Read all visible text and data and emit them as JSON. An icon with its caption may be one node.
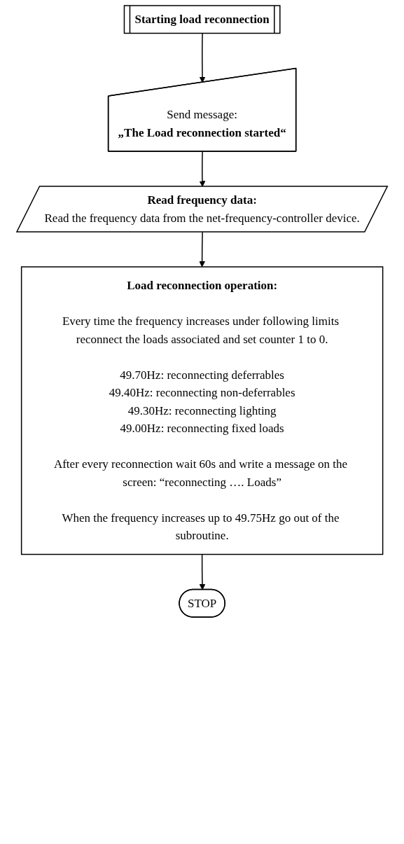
{
  "diagram": {
    "nodes": [
      {
        "text": [
          "Starting load reconnection"
        ]
      },
      {
        "text": [
          "Send message:",
          "„The Load reconnection started“"
        ]
      },
      {
        "text": [
          "Read frequency data:",
          "Read the frequency data from the net-frequency-controller device."
        ]
      },
      {
        "text": [
          "Load reconnection operation:",
          "Every time the frequency increases under following limits reconnect the loads associated and set counter 1 to 0.",
          "49.70Hz: reconnecting deferrables",
          "49.40Hz: reconnecting non-deferrables",
          "49.30Hz: reconnecting lighting",
          "49.00Hz: reconnecting fixed loads",
          "After every reconnection wait 60s and write a message on the screen: “reconnecting …. Loads”",
          "When the frequency increases up to 49.75Hz go out of the subroutine."
        ]
      },
      {
        "text": [
          "STOP"
        ]
      }
    ],
    "edges": [
      {
        "from": 0,
        "to": 1,
        "arrow": "to"
      },
      {
        "from": 1,
        "to": 2,
        "arrow": "to"
      },
      {
        "from": 2,
        "to": 3,
        "arrow": "to"
      },
      {
        "from": 3,
        "to": 4,
        "arrow": "to"
      }
    ]
  }
}
